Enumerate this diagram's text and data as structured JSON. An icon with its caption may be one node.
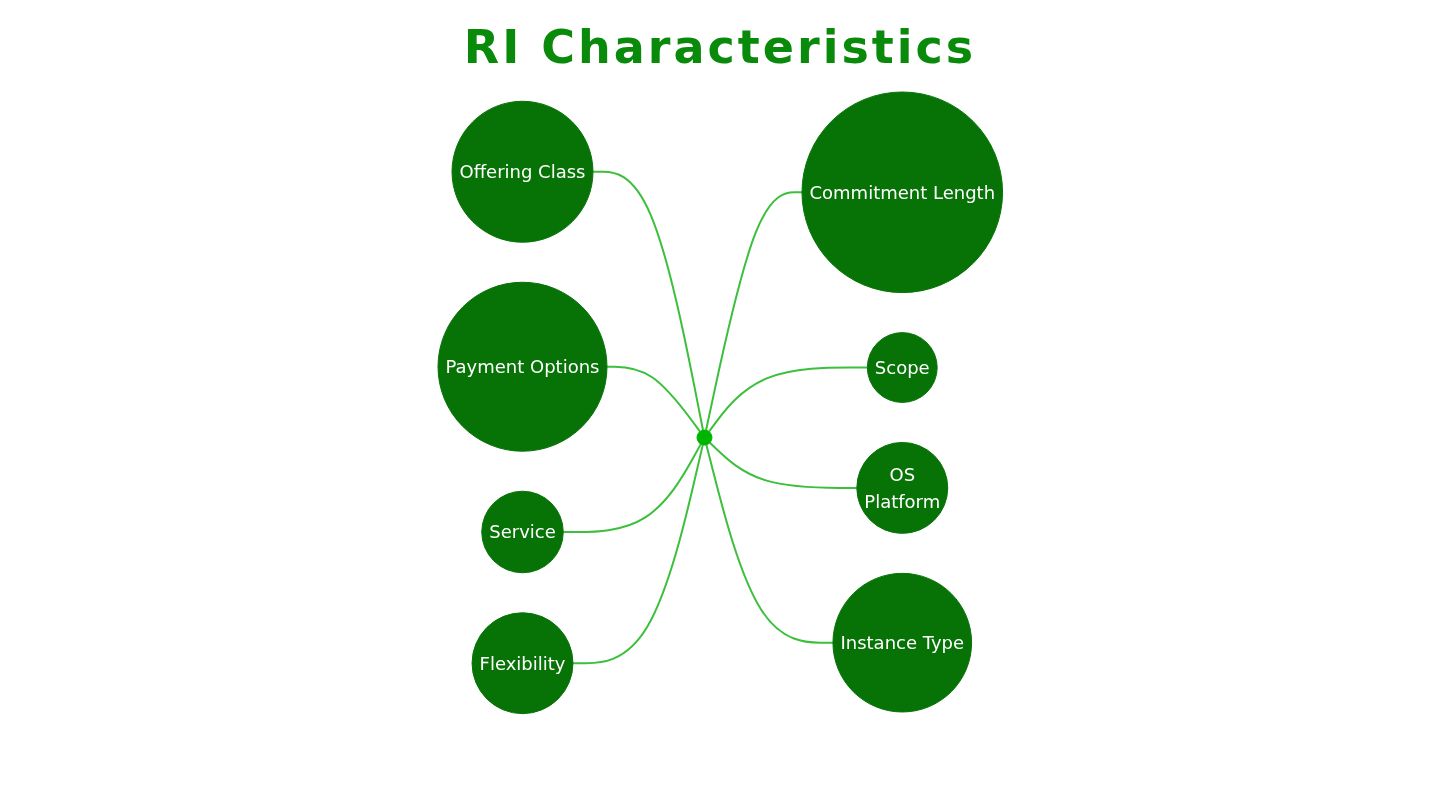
{
  "diagram": {
    "title": "RI Characteristics",
    "nodes": [
      {
        "text": [],
        "shape": "circle"
      },
      {
        "text": [
          "Offering Class"
        ]
      },
      {
        "text": [
          "Commitment Length"
        ]
      },
      {
        "text": [
          "Payment Options"
        ]
      },
      {
        "text": [
          "Scope"
        ]
      },
      {
        "text": [
          "Service"
        ]
      },
      {
        "text": [
          "OS",
          "Platform"
        ]
      },
      {
        "text": [
          "Flexibility"
        ]
      },
      {
        "text": [
          "Instance Type"
        ]
      }
    ],
    "edges": [
      {
        "from": 1,
        "to": 0,
        "arrow": "none"
      },
      {
        "from": 0,
        "to": 2,
        "arrow": "none"
      },
      {
        "from": 3,
        "to": 0,
        "arrow": "none"
      },
      {
        "from": 0,
        "to": 4,
        "arrow": "none"
      },
      {
        "from": 5,
        "to": 0,
        "arrow": "none"
      },
      {
        "from": 0,
        "to": 6,
        "arrow": "none"
      },
      {
        "from": 7,
        "to": 0,
        "arrow": "none"
      },
      {
        "from": 0,
        "to": 8,
        "arrow": "none"
      }
    ]
  }
}
